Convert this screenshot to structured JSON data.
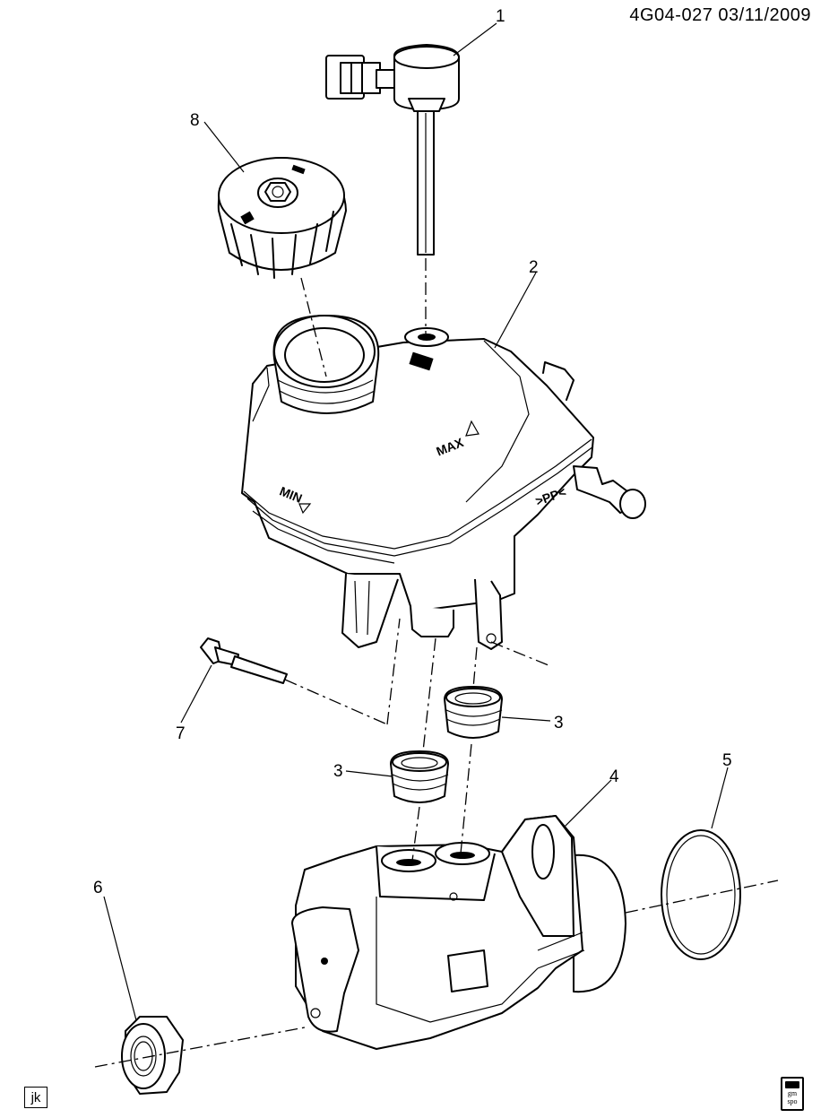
{
  "header": {
    "code": "4G04-027  03/11/2009"
  },
  "callouts": {
    "c1": "1",
    "c2": "2",
    "c3a": "3",
    "c3b": "3",
    "c4": "4",
    "c5": "5",
    "c6": "6",
    "c7": "7",
    "c8": "8"
  },
  "markings": {
    "max": "MAX",
    "min": "MIN"
  },
  "footer": {
    "initials": "jk",
    "logo_text": "gm\nspo"
  },
  "icons": {
    "logo": "gm-spo-logo-icon"
  }
}
